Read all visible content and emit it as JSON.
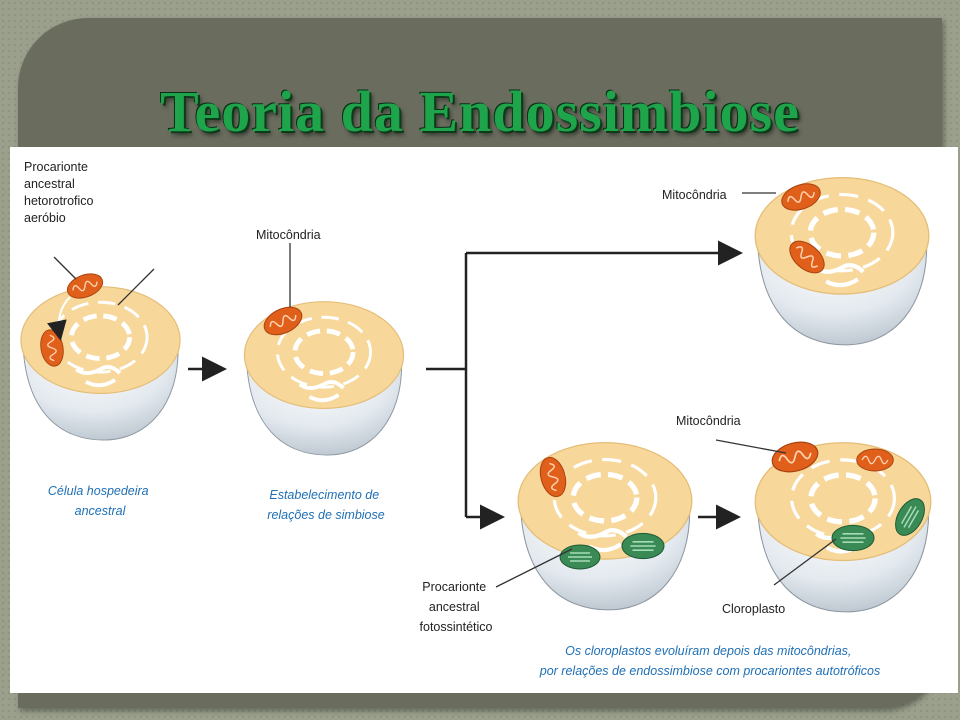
{
  "slide": {
    "title": "Teoria da Endossimbiose"
  },
  "diagram": {
    "labels": {
      "prok_hetero": [
        "Procarionte",
        "ancestral",
        "hetorotrofico",
        "aeróbio"
      ],
      "mito_stage2": "Mitocôndria",
      "mito_top": "Mitocôndria",
      "mito_bottom": "Mitocôndria",
      "prok_photo": [
        "Procarionte",
        "ancestral",
        "fotossintético"
      ],
      "chloroplast": "Cloroplasto"
    },
    "captions": {
      "host": [
        "Célula hospedeira",
        "ancestral"
      ],
      "symbiosis": [
        "Estabelecimento de",
        "relações de simbiose"
      ],
      "chloro": [
        "Os cloroplastos evoluíram depois das mitocôndrias,",
        "por relações de endossimbiose com procariontes autotróficos"
      ]
    },
    "colors": {
      "cytoplasm": "#f7d79a",
      "cell_body": "#e6ecf2",
      "mitochondrion": "#e0601b",
      "chloroplast": "#3a8a55",
      "caption": "#1f6fb5"
    }
  }
}
